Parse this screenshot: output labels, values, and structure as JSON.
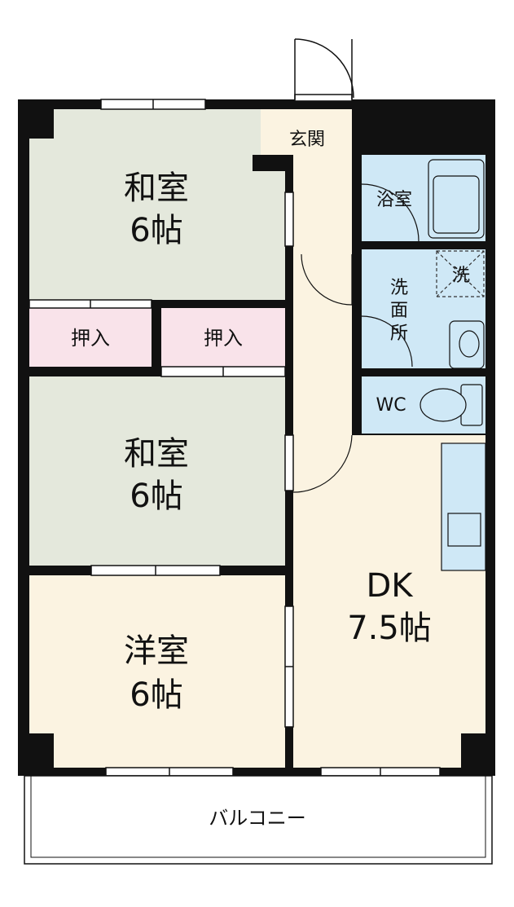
{
  "rooms": {
    "washitsu1": {
      "name": "和室",
      "size": "6帖"
    },
    "washitsu2": {
      "name": "和室",
      "size": "6帖"
    },
    "youshitsu": {
      "name": "洋室",
      "size": "6帖"
    },
    "dk": {
      "name": "DK",
      "size": "7.5帖"
    },
    "oshiire1": {
      "name": "押入"
    },
    "oshiire2": {
      "name": "押入"
    },
    "genkan": {
      "name": "玄関"
    },
    "yokushitsu": {
      "name": "浴室"
    },
    "senmenjo": {
      "chars": [
        "洗",
        "面",
        "所"
      ]
    },
    "wc": {
      "name": "WC"
    },
    "washer": {
      "name": "洗"
    },
    "balcony": {
      "name": "バルコニー"
    }
  },
  "colors": {
    "wall": "#111111",
    "washitsu": "#e4e8dc",
    "youshitsu": "#fbf3e1",
    "oshiire": "#f9e3ea",
    "water": "#cfe8f6",
    "hall": "#fbf3e1"
  }
}
